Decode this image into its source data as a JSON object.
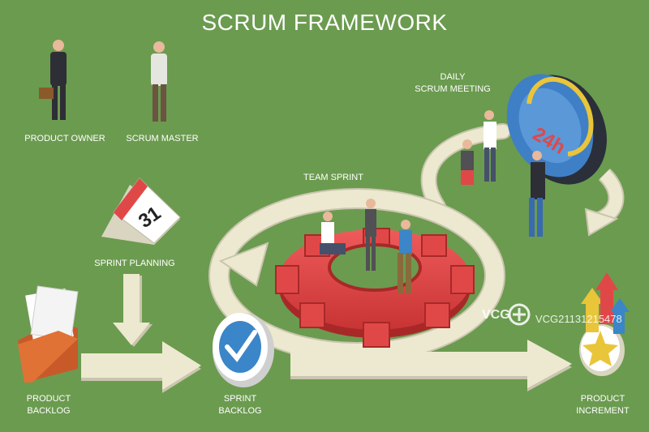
{
  "title": "SCRUM FRAMEWORK",
  "labels": {
    "product_owner": "PRODUCT OWNER",
    "scrum_master": "SCRUM MASTER",
    "daily_scrum": "DAILY\nSCRUM MEETING",
    "team_sprint": "TEAM SPRINT",
    "sprint_planning": "SPRINT PLANNING",
    "product_backlog": "PRODUCT\nBACKLOG",
    "sprint_backlog": "SPRINT\nBACKLOG",
    "product_increment": "PRODUCT\nINCREMENT"
  },
  "calendar_day": "31",
  "clock_text": "24h",
  "watermark": {
    "logo_text": "VCG",
    "id_text": "VCG21131215478"
  },
  "colors": {
    "background": "#6b9b4f",
    "arrow": "#ede9d0",
    "gear": "#e04848",
    "clock_face": "#3f7fc6",
    "accent": "#e9c53a"
  }
}
